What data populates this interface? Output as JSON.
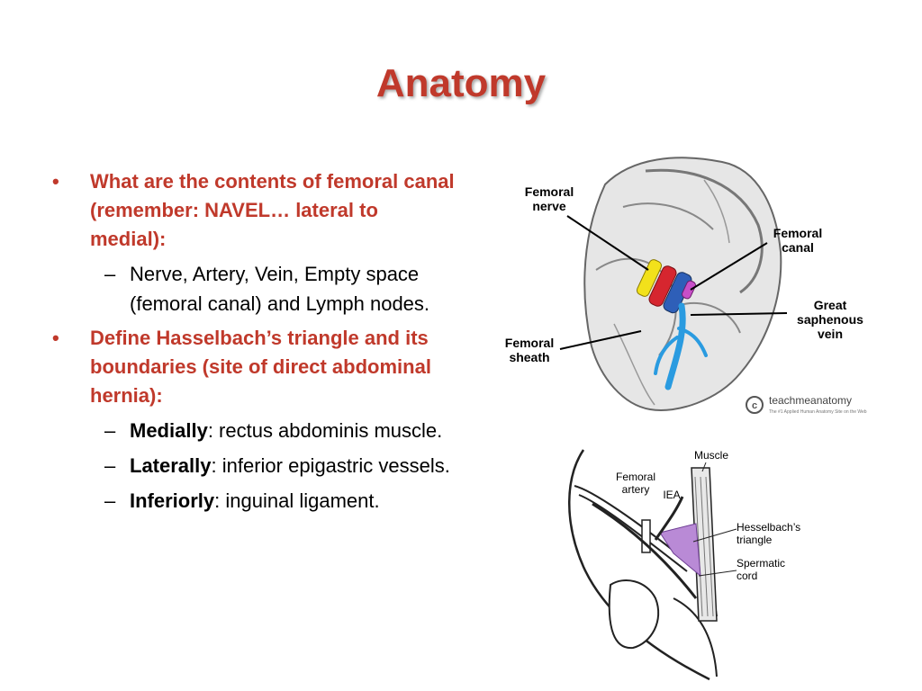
{
  "colors": {
    "accent": "#c0392b",
    "text": "#000000"
  },
  "title": "Anatomy",
  "content": {
    "bullet1": "What are the contents of femoral canal (remember: NAVEL… lateral to medial):",
    "sub1": "Nerve, Artery, Vein, Empty space (femoral canal) and Lymph nodes.",
    "bullet2": "Define Hasselbach’s triangle and its boundaries (site of direct abdominal hernia):",
    "sub2_term": "Medially",
    "sub2_text": ": rectus abdominis muscle.",
    "sub3_term": "Laterally",
    "sub3_text": ": inferior epigastric vessels.",
    "sub4_term": "Inferiorly",
    "sub4_text": ": inguinal ligament."
  },
  "figure1": {
    "label_nerve_1": "Femoral",
    "label_nerve_2": "nerve",
    "label_canal_1": "Femoral",
    "label_canal_2": "canal",
    "label_vein_1": "Great",
    "label_vein_2": "saphenous",
    "label_vein_3": "vein",
    "label_sheath_1": "Femoral",
    "label_sheath_2": "sheath",
    "watermark": "teachmeanatomy",
    "watermark_sub": "The #1 Applied Human Anatomy Site on the Web"
  },
  "figure2": {
    "label_muscle": "Muscle",
    "label_artery_1": "Femoral",
    "label_artery_2": "artery",
    "label_iea": "IEA",
    "label_triangle_1": "Hesselbach’s",
    "label_triangle_2": "triangle",
    "label_cord_1": "Spermatic",
    "label_cord_2": "cord"
  }
}
